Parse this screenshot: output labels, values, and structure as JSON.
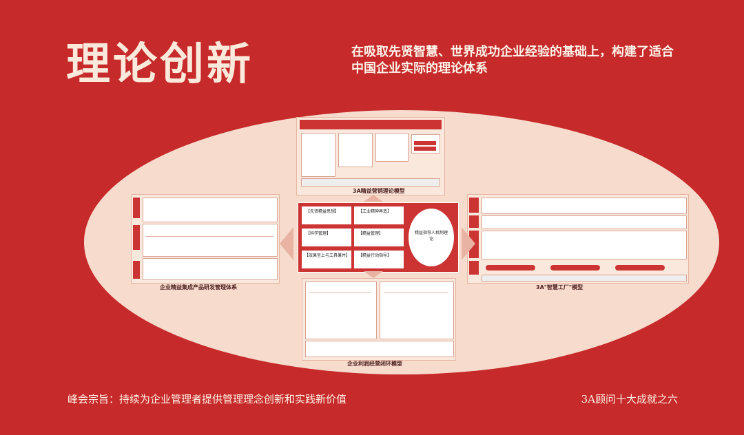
{
  "header": {
    "title": "理论创新",
    "subtitle": "在吸取先贤智慧、世界成功企业经验的基础上，构建了适合中国企业实际的理论体系"
  },
  "panels": {
    "top": {
      "caption": "3A精益营销理论模型"
    },
    "left": {
      "caption": "企业精益集成产品研发管理体系"
    },
    "right": {
      "caption": "3A\"智慧工厂\"模型"
    },
    "bottom": {
      "caption": "企业利润经营闭环模型"
    }
  },
  "center": {
    "rows": [
      {
        "a": "【先贤精益思想】",
        "b": "【工业精神再造】"
      },
      {
        "a": "【科学管理】",
        "b": "【精益管理】"
      },
      {
        "a": "【效果至上与工具兼并】",
        "b": "【精益行动指导】"
      }
    ],
    "circle_text": "精益指导人机制理论"
  },
  "footer": {
    "left": "峰会宗旨：持续为企业管理者提供管理理念创新和实践新价值",
    "right": "3A顾问十大成就之六"
  },
  "colors": {
    "background": "#c62a2a",
    "ellipse": "#f7dccd",
    "accent": "#cc3333"
  }
}
